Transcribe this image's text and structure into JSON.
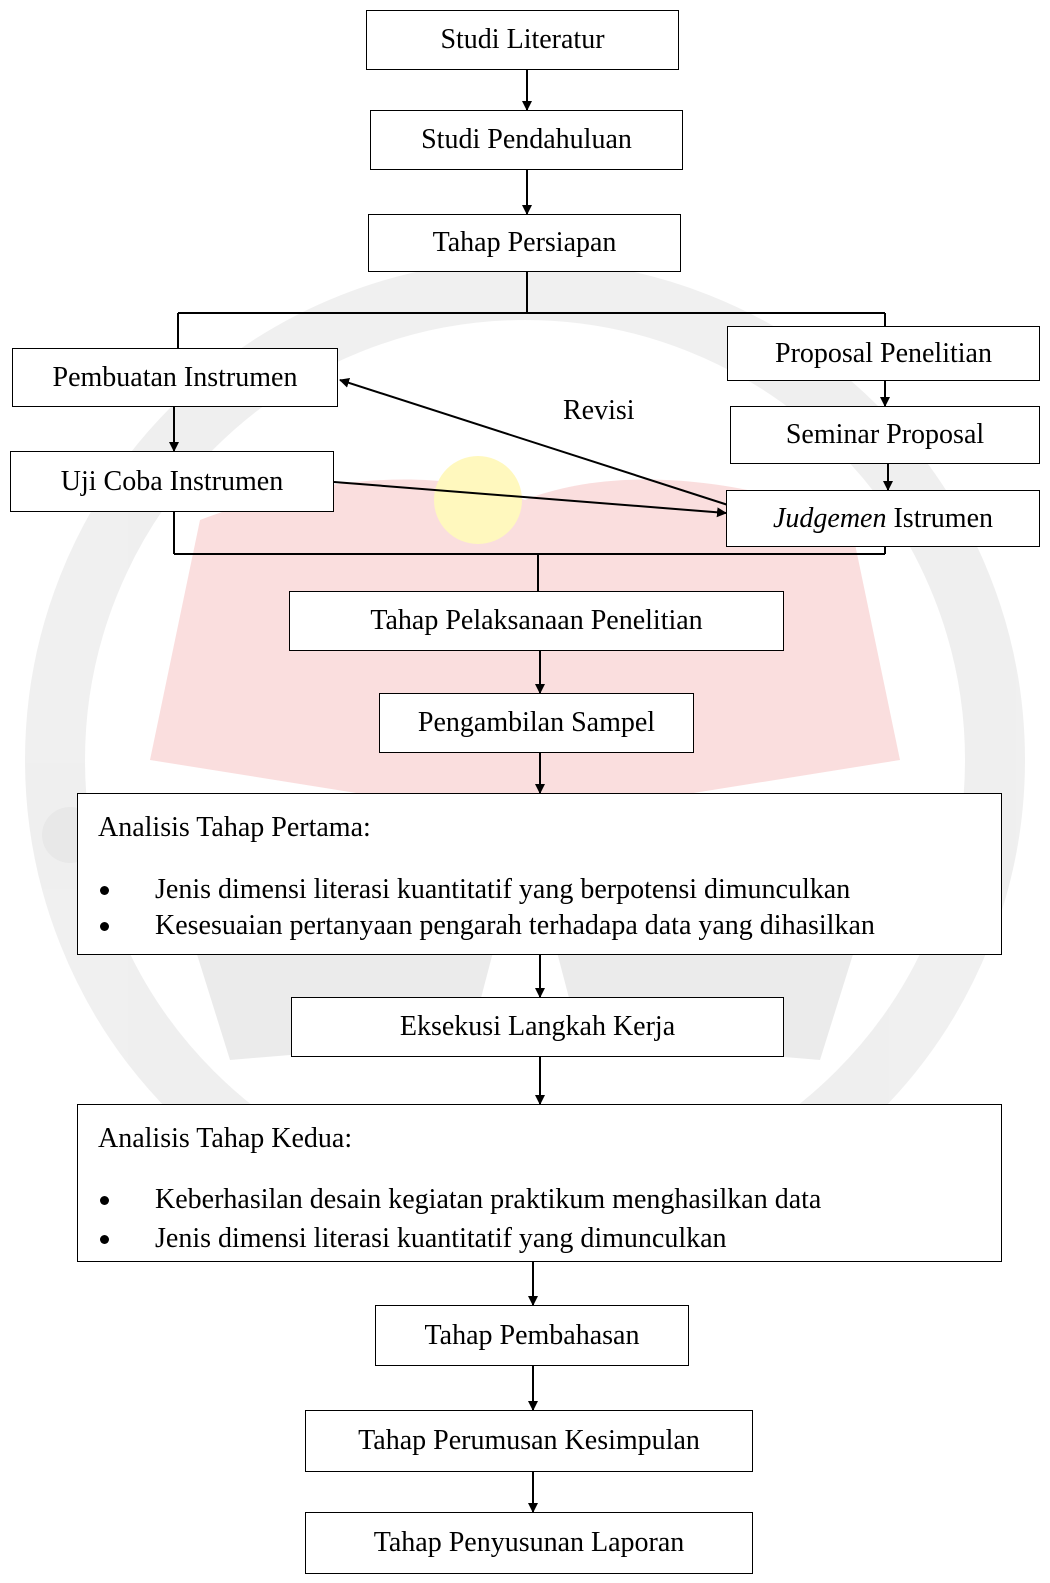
{
  "flowchart": {
    "studi_literatur": "Studi Literatur",
    "studi_pendahuluan": "Studi Pendahuluan",
    "tahap_persiapan": "Tahap Persiapan",
    "pembuatan_instrumen": "Pembuatan Instrumen",
    "uji_coba_instrumen": "Uji Coba Instrumen",
    "proposal_penelitian": "Proposal Penelitian",
    "seminar_proposal": "Seminar Proposal",
    "judgemen_italic": "Judgemen",
    "judgemen_rest": " Istrumen",
    "revisi_label": "Revisi",
    "tahap_pelaksanaan": "Tahap Pelaksanaan Penelitian",
    "pengambilan_sampel": "Pengambilan Sampel",
    "analisis_pertama": {
      "title": "Analisis Tahap Pertama:",
      "bullets": [
        "Jenis dimensi literasi kuantitatif yang berpotensi dimunculkan",
        "Kesesuaian pertanyaan pengarah terhadapa data yang dihasilkan"
      ]
    },
    "eksekusi_langkah": "Eksekusi Langkah Kerja",
    "analisis_kedua": {
      "title": "Analisis Tahap Kedua:",
      "bullets": [
        "Keberhasilan desain kegiatan praktikum menghasilkan data",
        "Jenis dimensi literasi kuantitatif yang dimunculkan"
      ]
    },
    "tahap_pembahasan": "Tahap Pembahasan",
    "tahap_perumusan": "Tahap Perumusan Kesimpulan",
    "tahap_penyusunan": "Tahap Penyusunan Laporan"
  },
  "colors": {
    "watermark_red": "#f7b6b6",
    "watermark_gray": "#d9d9d9",
    "watermark_yellow": "#fff38a",
    "line": "#000000"
  }
}
